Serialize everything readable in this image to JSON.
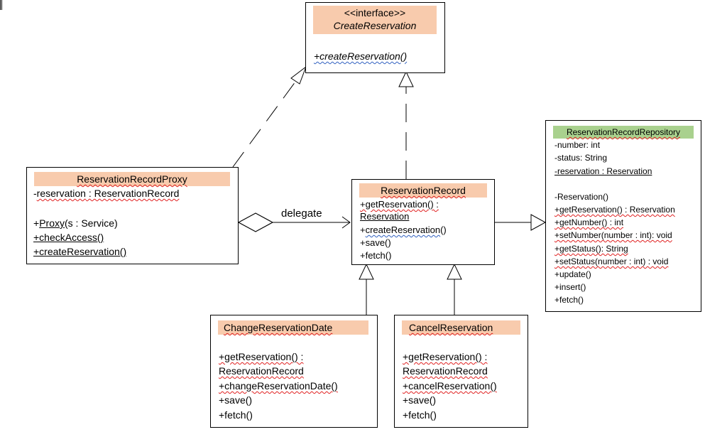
{
  "interface_box": {
    "stereotype": "<<interface>>",
    "name": "CreateReservation",
    "method": "+createReservation()"
  },
  "proxy_box": {
    "name": "ReservationRecordProxy",
    "attr_prefix": "-",
    "attr_name": "reservation",
    "attr_type": " : ReservationRecord",
    "m1_prefix": "+",
    "m1_name": "Proxy",
    "m1_rest": "(s : Service)",
    "m2": "+checkAccess()",
    "m3": "+createReservation()"
  },
  "record_box": {
    "name": "ReservationRecord",
    "m1a": "+getReservation() :",
    "m1b": "Reservation",
    "m2_prefix": "+",
    "m2_name": "createReservation",
    "m2_rest": "()",
    "m3": "+save()",
    "m4": "+fetch()"
  },
  "repository_box": {
    "name": "ReservationRecordRepository",
    "attrs": [
      "-number: int",
      "-status: String",
      "-reservation : Reservation"
    ],
    "methods": [
      "-Reservation()",
      "+getReservation() : Reservation",
      "+getNumber() : int",
      "+setNumber(number : int): void",
      "+getStatus(): String",
      "+setStatus(number : int) : void",
      "+update()",
      "+insert()",
      "+fetch()"
    ]
  },
  "change_box": {
    "name": "ChangeReservationDate",
    "m1a": "+getReservation() :",
    "m1b": "ReservationRecord",
    "m2": "+changeReservationDate()",
    "m3": "+save()",
    "m4": "+fetch()"
  },
  "cancel_box": {
    "name": "CancelReservation",
    "m1a": "+getReservation() :",
    "m1b": "ReservationRecord",
    "m2": "+cancelReservation()",
    "m3": "+save()",
    "m4": "+fetch()"
  },
  "delegate_label": "delegate",
  "colors": {
    "header_orange": "#f8cbad",
    "header_green": "#a9d18e",
    "line": "#000000"
  }
}
